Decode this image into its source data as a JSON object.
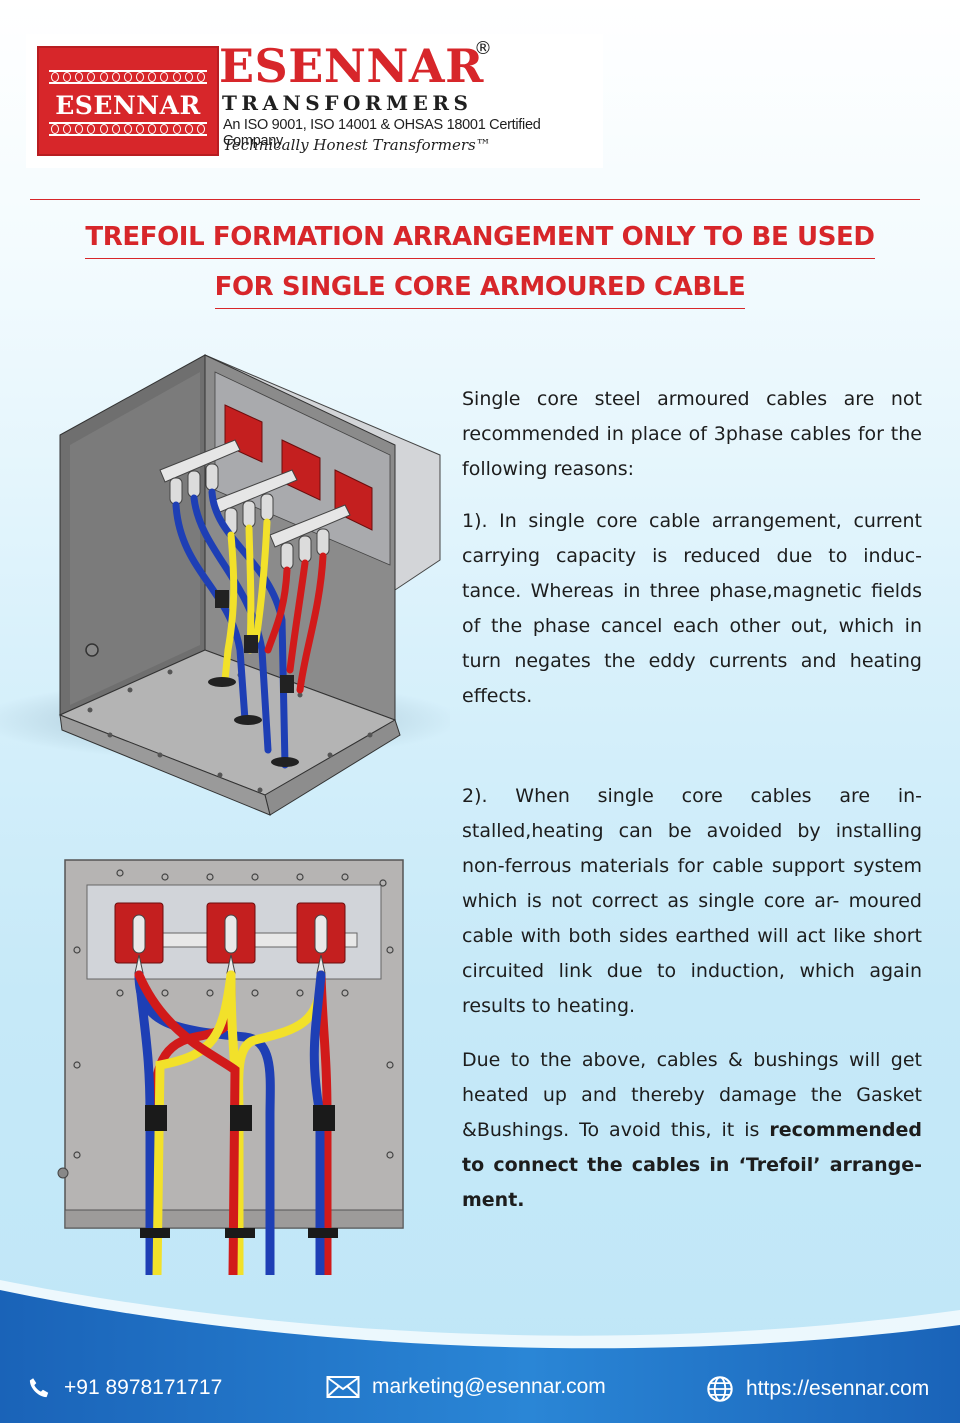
{
  "logo": {
    "badge_text": "ESENNAR",
    "brand": "ESENNAR",
    "registered": "®",
    "subtitle": "TRANSFORMERS",
    "certification": "An ISO 9001, ISO 14001 & OHSAS 18001 Certified Company",
    "tagline": "Technically Honest Transformers™"
  },
  "title": {
    "line1": "TREFOIL FORMATION ARRANGEMENT ONLY TO BE USED",
    "line2": "FOR SINGLE CORE ARMOURED CABLE"
  },
  "body": {
    "p1": "Single core steel armoured cables are not recommended in place of 3phase  cables for the following reasons:",
    "p2": "1).  In single core cable arrangement, current carrying capacity is reduced due to induc- tance. Whereas in three phase,magnetic fields of the phase cancel each other out, which in turn negates the eddy currents and heating effects.",
    "p3": "2). When single core cables are in- stalled,heating can be avoided by installing non-ferrous materials for cable support system which is not correct as single core ar- moured cable with both sides earthed will act like short circuited link due to induction, which again results to heating.",
    "p4_normal": "Due to the above, cables & bushings will get heated up and thereby damage the Gasket &Bushings. To avoid this, it is ",
    "p4_bold": "recommended to connect the cables in ‘Trefoil’ arrange- ment."
  },
  "footer": {
    "phone": "+91 8978171717",
    "email": "marketing@esennar.com",
    "website": "https://esennar.com"
  },
  "colors": {
    "brand_red": "#d7262a",
    "footer_blue": "#1f6fc4",
    "cable_blue": "#1e3fb5",
    "cable_yellow": "#f2e12a",
    "cable_red": "#d11a1a"
  }
}
